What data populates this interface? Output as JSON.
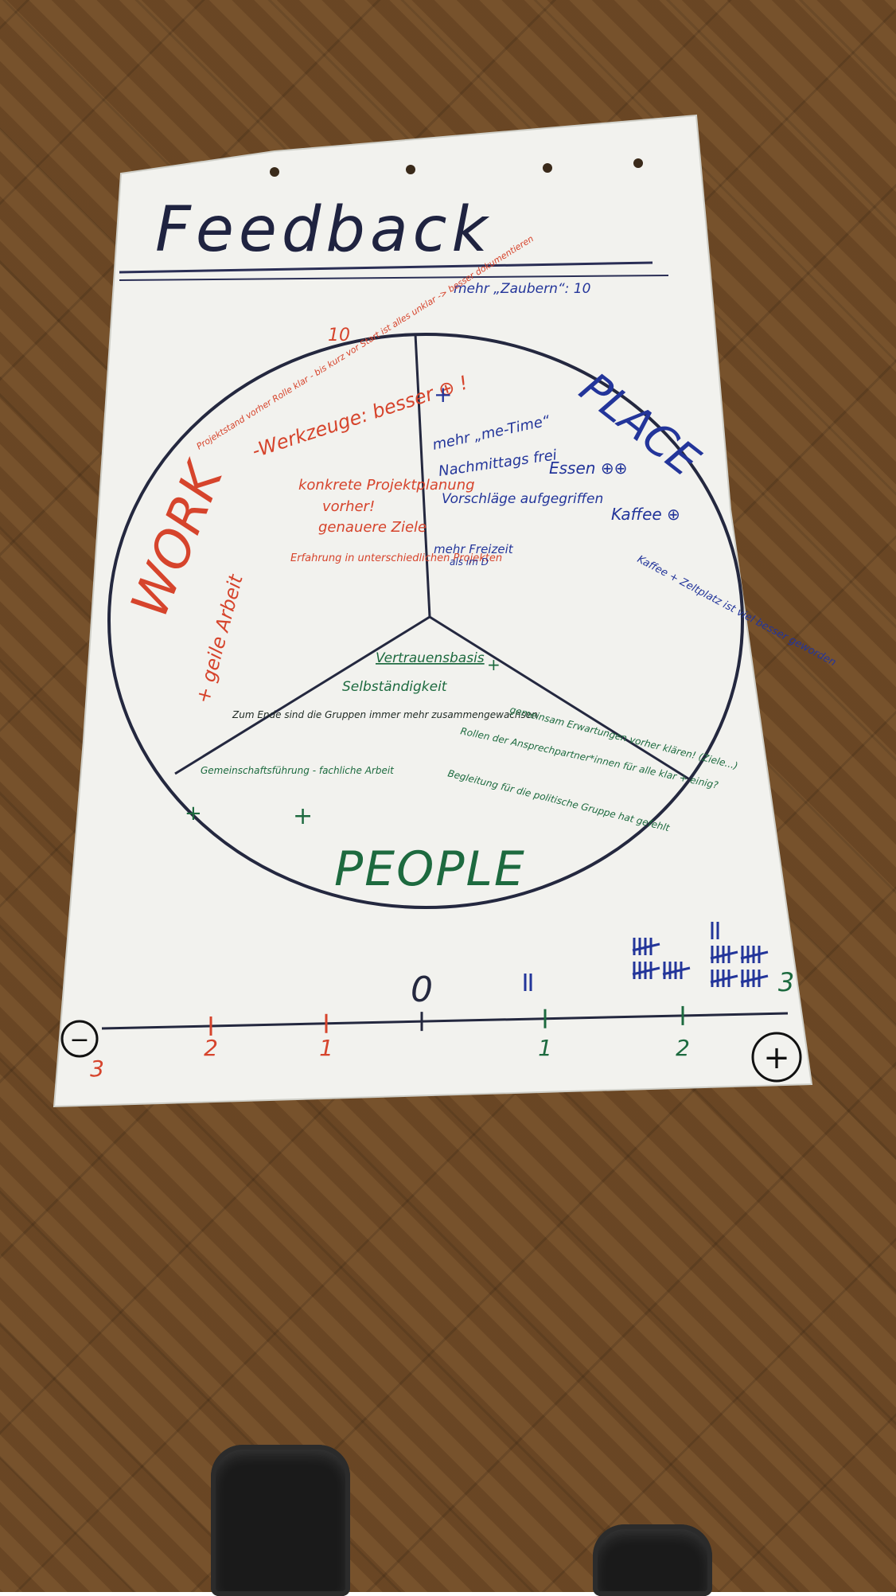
{
  "title": "Feedback",
  "top_note": "mehr „Zaubern“: 10",
  "work": {
    "heading": "WORK",
    "count": "10",
    "notes": [
      "Projektstand vorher Rolle klar - bis kurz vor Start ist alles unklar -> besser dokumentieren",
      "-Werkzeuge: besser ⊕ !",
      "konkrete Projektplanung",
      "vorher!",
      "genauere Ziele",
      "Erfahrung in unterschiedlichen Projekten",
      "+ geile Arbeit"
    ]
  },
  "place": {
    "heading": "PLACE",
    "plus": "+",
    "notes": [
      "mehr „me-Time“",
      "Nachmittags frei",
      "Vorschläge aufgegriffen",
      "mehr Freizeit",
      "als im D",
      "Essen ⊕⊕",
      "Kaffee ⊕",
      "Kaffee + Zeltplatz ist viel besser geworden"
    ]
  },
  "people": {
    "heading": "PEOPLE",
    "notes": [
      "Vertrauensbasis",
      "+",
      "Selbständigkeit",
      "Zum Ende sind die Gruppen immer mehr zusammengewachsen",
      "Gemeinschaftsführung - fachliche Arbeit",
      "gemeinsam Erwartungen vorher klären! (Ziele...)",
      "Rollen der Ansprechpartner*innen für alle klar + einig?",
      "Begleitung für die politische Gruppe hat gefehlt",
      "+",
      "+"
    ]
  },
  "scale": {
    "minus_symbol": "−",
    "plus_symbol": "+",
    "labels": [
      "3",
      "2",
      "1",
      "0",
      "1",
      "2",
      "3"
    ],
    "votes": [
      {
        "label": "-3",
        "value": 0
      },
      {
        "label": "-2",
        "value": 0
      },
      {
        "label": "-1",
        "value": 0
      },
      {
        "label": "0",
        "value": 0
      },
      {
        "label": "1",
        "value": 2
      },
      {
        "label": "2",
        "value": 15
      },
      {
        "label": "3",
        "value": 22
      }
    ]
  },
  "colors": {
    "paper": "#f2f2ee",
    "ink_black": "#24283f",
    "red": "#d6442c",
    "blue": "#23359a",
    "green": "#1d6a3f",
    "floor": "#6f4a26"
  }
}
